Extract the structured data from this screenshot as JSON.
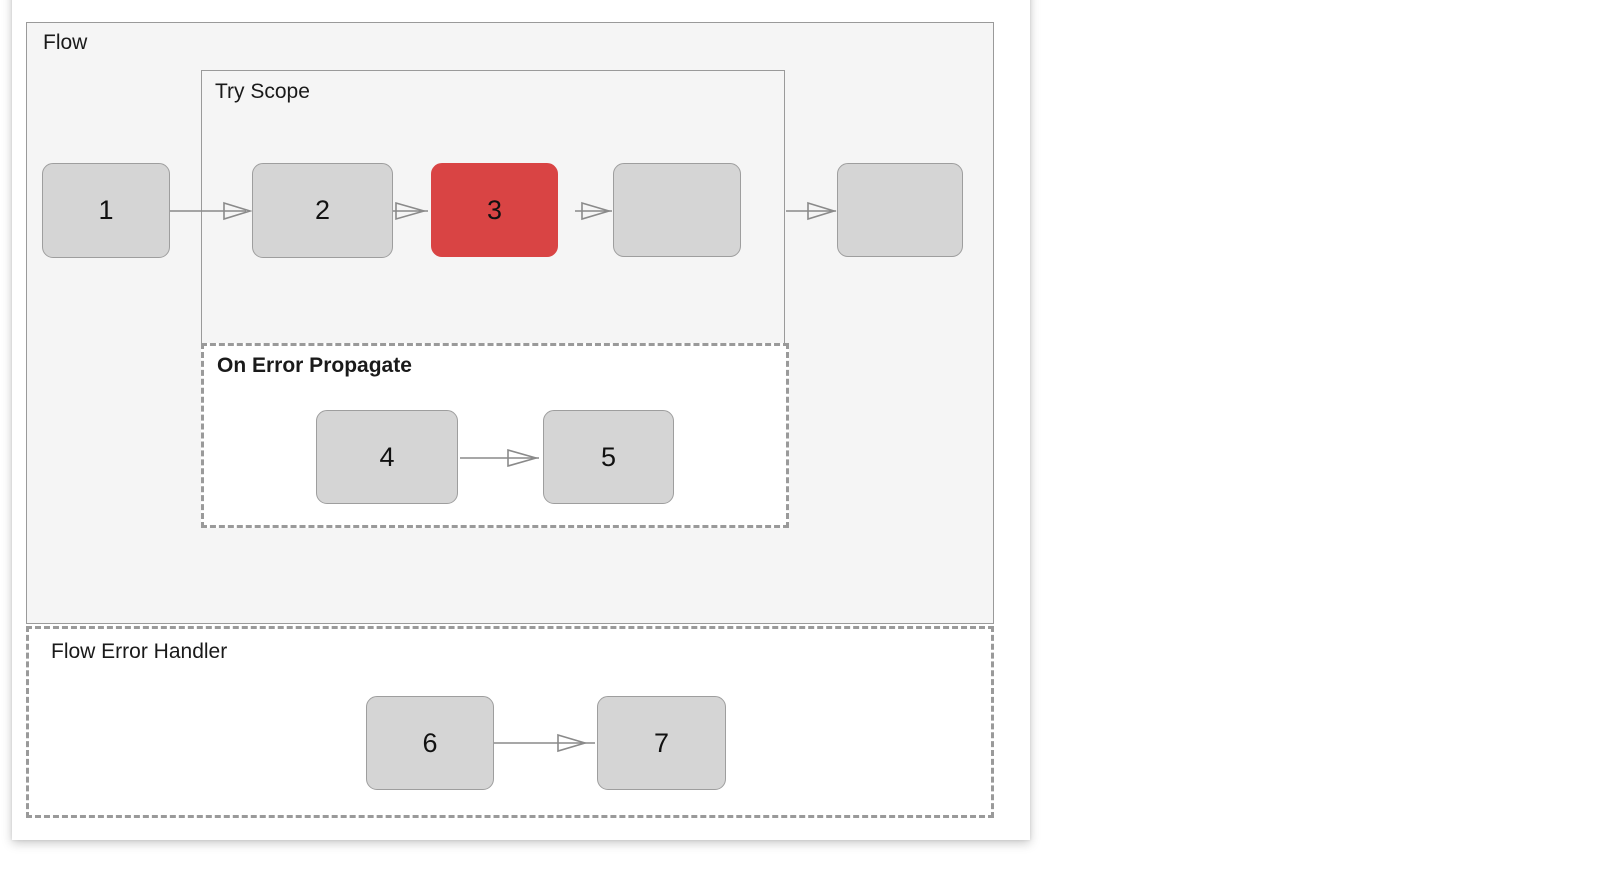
{
  "diagram": {
    "type": "flowchart",
    "title": "Flow",
    "colors": {
      "node_fill": "#d5d5d5",
      "node_stroke": "#9e9e9e",
      "error_node_fill": "#d94444",
      "container_fill": "#f5f5f5",
      "container_stroke": "#9a9a9a",
      "handler_fill": "#ffffff",
      "edge_stroke": "#8a8a8a",
      "page_fill": "#ffffff"
    },
    "containers": [
      {
        "id": "flow",
        "label": "Flow",
        "style": "solid",
        "fill": "#f5f5f5",
        "bold": false
      },
      {
        "id": "try-scope",
        "label": "Try Scope",
        "style": "solid",
        "fill": "#f5f5f5",
        "bold": false
      },
      {
        "id": "on-error-propagate",
        "label": "On Error Propagate",
        "style": "dashed",
        "fill": "#ffffff",
        "bold": true
      },
      {
        "id": "flow-error-handler",
        "label": "Flow Error Handler",
        "style": "dashed",
        "fill": "#ffffff",
        "bold": false
      }
    ],
    "nodes": [
      {
        "id": "n1",
        "label": "1",
        "state": "normal",
        "parent": "flow"
      },
      {
        "id": "n2",
        "label": "2",
        "state": "normal",
        "parent": "try-scope"
      },
      {
        "id": "n3",
        "label": "3",
        "state": "error",
        "parent": "try-scope"
      },
      {
        "id": "n4",
        "label": "",
        "state": "normal",
        "parent": "try-scope"
      },
      {
        "id": "n5",
        "label": "",
        "state": "normal",
        "parent": "flow"
      },
      {
        "id": "n6",
        "label": "4",
        "state": "normal",
        "parent": "on-error-propagate"
      },
      {
        "id": "n7",
        "label": "5",
        "state": "normal",
        "parent": "on-error-propagate"
      },
      {
        "id": "n8",
        "label": "6",
        "state": "normal",
        "parent": "flow-error-handler"
      },
      {
        "id": "n9",
        "label": "7",
        "state": "normal",
        "parent": "flow-error-handler"
      }
    ],
    "edges": [
      {
        "from": "n1",
        "to": "n2",
        "arrow": "open-triangle"
      },
      {
        "from": "n2",
        "to": "n3",
        "arrow": "open-triangle"
      },
      {
        "from": "n3",
        "to": "n4",
        "arrow": "open-triangle"
      },
      {
        "from": "n4",
        "to": "n5",
        "arrow": "open-triangle"
      },
      {
        "from": "n6",
        "to": "n7",
        "arrow": "open-triangle"
      },
      {
        "from": "n8",
        "to": "n9",
        "arrow": "open-triangle"
      }
    ]
  }
}
